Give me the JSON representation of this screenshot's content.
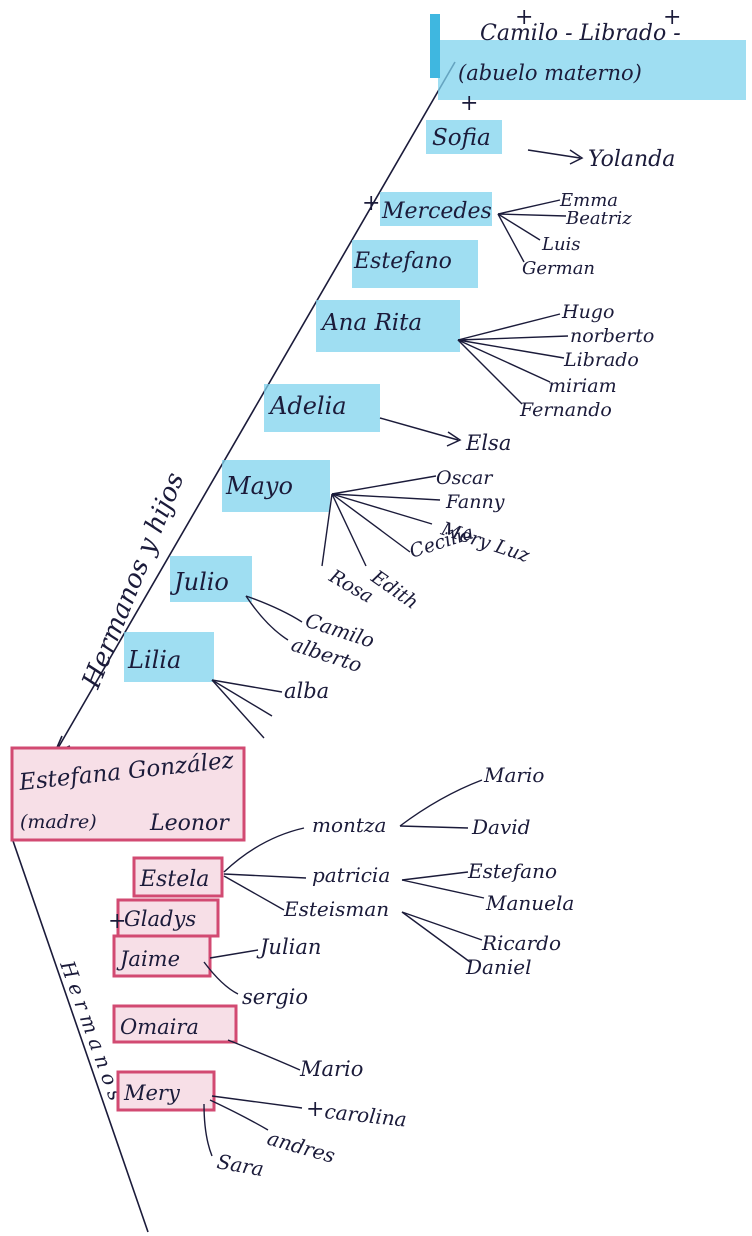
{
  "colors": {
    "ink": "#1b1b3a",
    "paper": "#ffffff",
    "blue_highlight": "#7fd3ee",
    "pink_box": "#d24a72"
  },
  "grandparents": {
    "names": "Camilo - Librado -",
    "role": "(abuelo materno)",
    "deceased_mark": "+"
  },
  "section_label_top": "Hermanos y hijos",
  "siblings": [
    {
      "name": "Sofia",
      "deceased": true,
      "children": [
        "Yolanda"
      ]
    },
    {
      "name": "Mercedes",
      "deceased": true,
      "children": [
        "Emma",
        "Beatriz",
        "Luis",
        "German"
      ]
    },
    {
      "name": "Estefano",
      "deceased": false,
      "children": []
    },
    {
      "name": "Ana Rita",
      "deceased": false,
      "children": [
        "Hugo",
        "norberto",
        "Librado",
        "miriam",
        "Fernando"
      ]
    },
    {
      "name": "Adelia",
      "deceased": false,
      "children": [
        "Elsa"
      ]
    },
    {
      "name": "Mayo",
      "deceased": false,
      "children": [
        "Oscar",
        "Fanny",
        "Mery Luz",
        "Cecilia",
        "Edith",
        "Rosa"
      ]
    },
    {
      "name": "Julio",
      "deceased": false,
      "children": [
        "Camilo",
        "alberto"
      ]
    },
    {
      "name": "Lilia",
      "deceased": false,
      "children": [
        "alba"
      ]
    }
  ],
  "mother": {
    "name": "Estefana González",
    "role": "(madre)",
    "spouse": "Leonor"
  },
  "section_label_bottom": "Hermanos",
  "children": [
    {
      "name": "Estela",
      "deceased": false,
      "children": [
        "montza",
        "patricia",
        "Esteisman"
      ]
    },
    {
      "name": "Gladys",
      "deceased": true,
      "children": []
    },
    {
      "name": "Jaime",
      "deceased": false,
      "children": [
        "Julian",
        "sergio"
      ]
    },
    {
      "name": "Omaira",
      "deceased": false,
      "children": [
        "Mario"
      ]
    },
    {
      "name": "Mery",
      "deceased": false,
      "children": [
        "carolina",
        "andres",
        "Sara"
      ]
    }
  ],
  "grandchildren": {
    "montza": [
      "Mario",
      "David"
    ],
    "patricia": [
      "Estefano",
      "Manuela"
    ],
    "Esteisman": [
      "Ricardo",
      "Daniel"
    ]
  },
  "deceased_grandchild": "carolina"
}
